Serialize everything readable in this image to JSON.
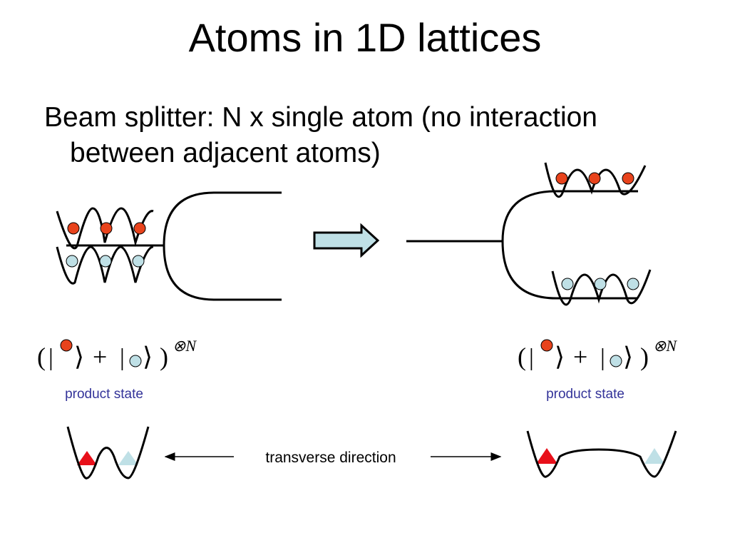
{
  "slide": {
    "title": "Atoms in 1D lattices",
    "bullet_line1": "Beam splitter: N x single atom (no interaction",
    "bullet_line2": "between adjacent atoms)"
  },
  "left_state": {
    "open_paren": "(",
    "plus": "+",
    "close_paren": ")",
    "superscript": "⊗N",
    "label": "product state"
  },
  "right_state": {
    "open_paren": "(",
    "plus": "+",
    "close_paren": ")",
    "superscript": "⊗N",
    "label": "product state"
  },
  "bottom": {
    "arrow_label": "transverse direction"
  },
  "colors": {
    "red_atom": "#e8431c",
    "blue_atom": "#bfe0e6",
    "arrow_fill": "#bfe0e6",
    "label_blue": "#333399",
    "triangle_red": "#e8101a"
  }
}
